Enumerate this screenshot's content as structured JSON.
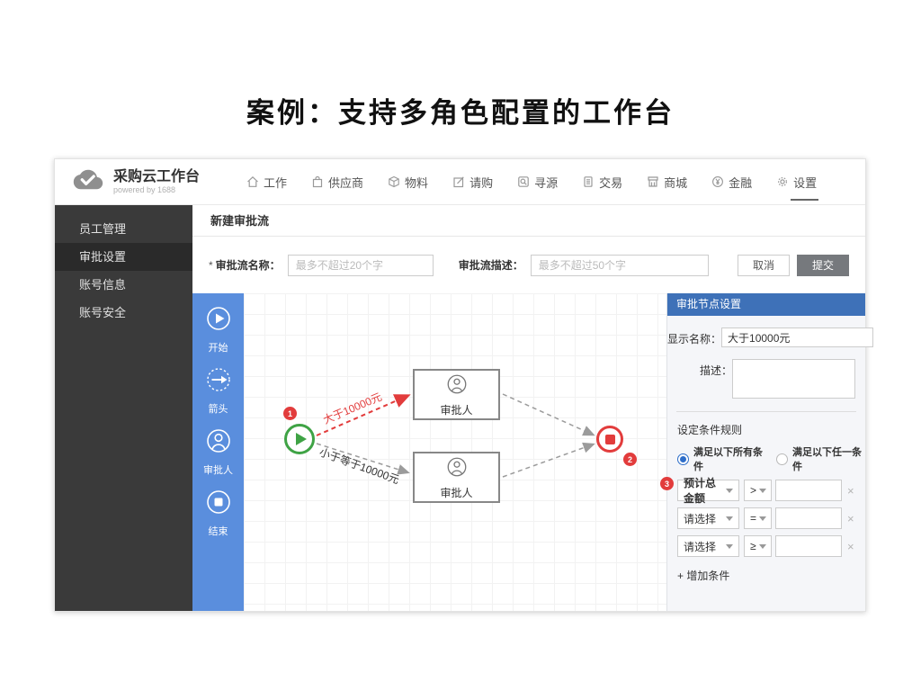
{
  "slide": {
    "title": "案例：支持多角色配置的工作台"
  },
  "header": {
    "logo_title": "采购云工作台",
    "logo_subtitle": "powered by 1688",
    "nav_items": [
      {
        "icon": "home-icon",
        "label": "工作",
        "active": false
      },
      {
        "icon": "supplier-bag-icon",
        "label": "供应商",
        "active": false
      },
      {
        "icon": "package-icon",
        "label": "物料",
        "active": false
      },
      {
        "icon": "edit-icon",
        "label": "请购",
        "active": false
      },
      {
        "icon": "search-icon",
        "label": "寻源",
        "active": false
      },
      {
        "icon": "document-icon",
        "label": "交易",
        "active": false
      },
      {
        "icon": "shop-icon",
        "label": "商城",
        "active": false
      },
      {
        "icon": "yen-circle-icon",
        "label": "金融",
        "active": false
      },
      {
        "icon": "gear-icon",
        "label": "设置",
        "active": true
      }
    ]
  },
  "sidebar": {
    "items": [
      {
        "label": "员工管理",
        "active": false
      },
      {
        "label": "审批设置",
        "active": true
      },
      {
        "label": "账号信息",
        "active": false
      },
      {
        "label": "账号安全",
        "active": false
      }
    ]
  },
  "page": {
    "title": "新建审批流",
    "form": {
      "required_mark": "*",
      "name_label": "审批流名称：",
      "name_placeholder": "最多不超过20个字",
      "desc_label": "审批流描述：",
      "desc_placeholder": "最多不超过50个字",
      "cancel_label": "取消",
      "submit_label": "提交"
    }
  },
  "palette": {
    "tools": [
      {
        "icon": "start-icon",
        "label": "开始"
      },
      {
        "icon": "arrow-icon",
        "label": "箭头"
      },
      {
        "icon": "approver-icon",
        "label": "审批人"
      },
      {
        "icon": "end-icon",
        "label": "结束"
      }
    ]
  },
  "canvas": {
    "approver_upper_label": "审批人",
    "approver_lower_label": "审批人",
    "edge_upper_label": "大于10000元",
    "edge_lower_label": "小于等于10000元",
    "badge_1": "1",
    "badge_2": "2",
    "badge_3": "3"
  },
  "panel": {
    "title": "审批节点设置",
    "display_name_label": "显示名称：",
    "display_name_value": "大于10000元",
    "desc_label": "描述：",
    "rules_title": "设定条件规则",
    "radio_all_label": "满足以下所有条件",
    "radio_any_label": "满足以下任一条件",
    "conditions": [
      {
        "field": "预计总金额",
        "op": ">",
        "value": ""
      },
      {
        "field": "请选择",
        "op": "=",
        "value": ""
      },
      {
        "field": "请选择",
        "op": "≥",
        "value": ""
      }
    ],
    "remove_icon": "×",
    "add_condition_label": "+ 增加条件"
  },
  "colors": {
    "palette_blue": "#5a8edd",
    "panel_header_blue": "#3e71b8",
    "accent_red": "#e23c3c",
    "accent_green": "#3fa345",
    "sidebar_dark": "#3a3a3a"
  }
}
